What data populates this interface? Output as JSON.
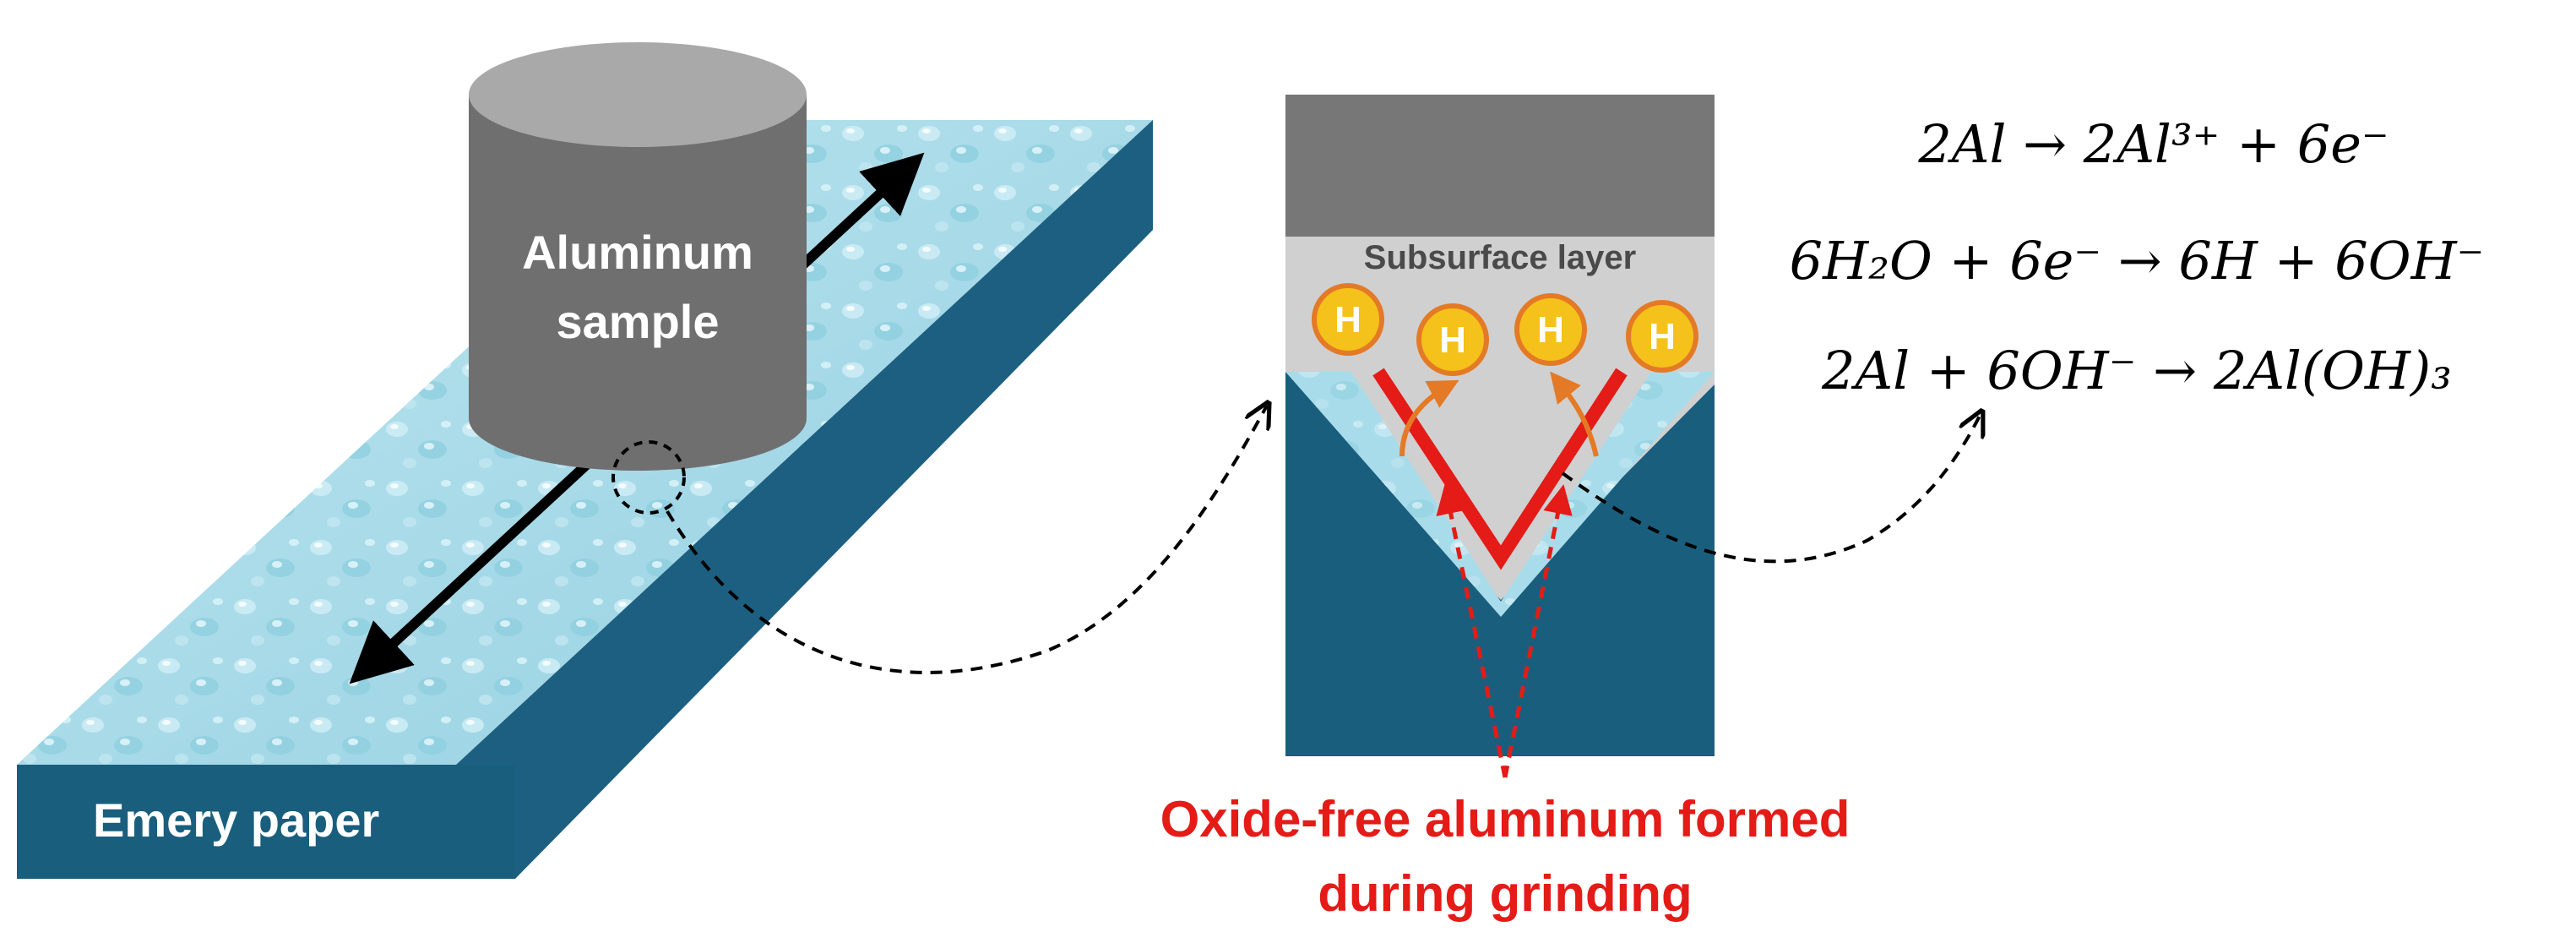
{
  "emery": {
    "label": "Emery paper",
    "top_color": "#a7dbe8",
    "side_color": "#1d5f80",
    "front_color": "#1a5e7e"
  },
  "sample": {
    "label_line1": "Aluminum",
    "label_line2": "sample",
    "body_color": "#6f6f6f",
    "top_color": "#a9a9a9"
  },
  "zoom": {
    "layer_label": "Subsurface layer",
    "top_color": "#777777",
    "layer_color": "#d0d0d0",
    "base_color": "#1a5e7e",
    "groove_color": "#e41b17",
    "atom_symbol": "H",
    "atom_fill": "#f5c11b",
    "atom_ring": "#e47a26"
  },
  "oxide_label": {
    "line1": "Oxide-free aluminum formed",
    "line2": "during grinding",
    "color": "#e41b17"
  },
  "equations": [
    {
      "id": "eq1",
      "text": "2Al → 2Al³⁺ + 6e⁻"
    },
    {
      "id": "eq2",
      "text": "6H₂O + 6e⁻ → 6H + 6OH⁻"
    },
    {
      "id": "eq3",
      "text": "2Al + 6OH⁻ → 2Al(OH)₃"
    }
  ]
}
